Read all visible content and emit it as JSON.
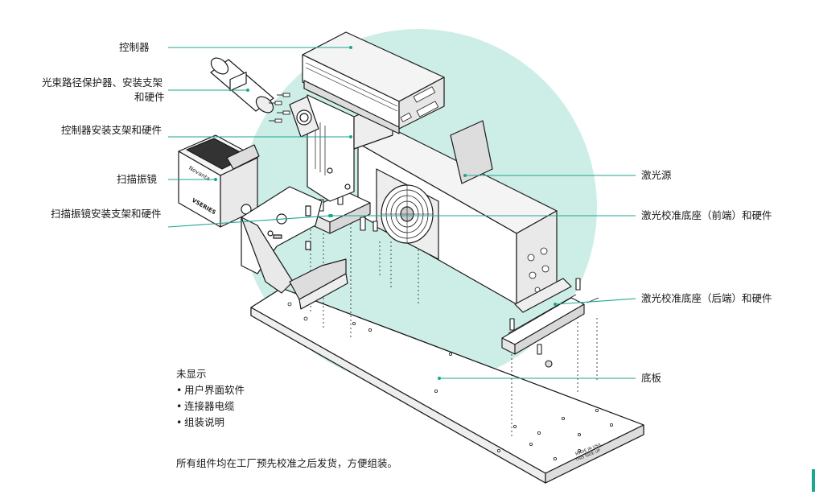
{
  "colors": {
    "accent": "#1aa68f",
    "bg_circle": "#cdeee6",
    "line": "#1a1a1a"
  },
  "labels": {
    "controller": "控制器",
    "beam_path_line1": "光束路径保护器、安装支架",
    "beam_path_line2": "和硬件",
    "controller_bracket": "控制器安装支架和硬件",
    "scan_head": "扫描振镜",
    "scan_head_bracket": "扫描振镜安装支架和硬件",
    "laser_source": "激光源",
    "front_mount": "激光校准底座（前端）和硬件",
    "rear_mount": "激光校准底座（后端）和硬件",
    "base_plate": "底板"
  },
  "not_shown": {
    "title": "未显示",
    "items": [
      "用户界面软件",
      "连接器电缆",
      "组装说明"
    ],
    "bullet": "•"
  },
  "footer": "所有组件均在工厂预先校准之后发货，方便组装。",
  "device_text": {
    "brand": "Novanta",
    "model": "VSERIES",
    "plate_line1": "MADE IN USA",
    "plate_line2": "THIS SIDE UP"
  }
}
